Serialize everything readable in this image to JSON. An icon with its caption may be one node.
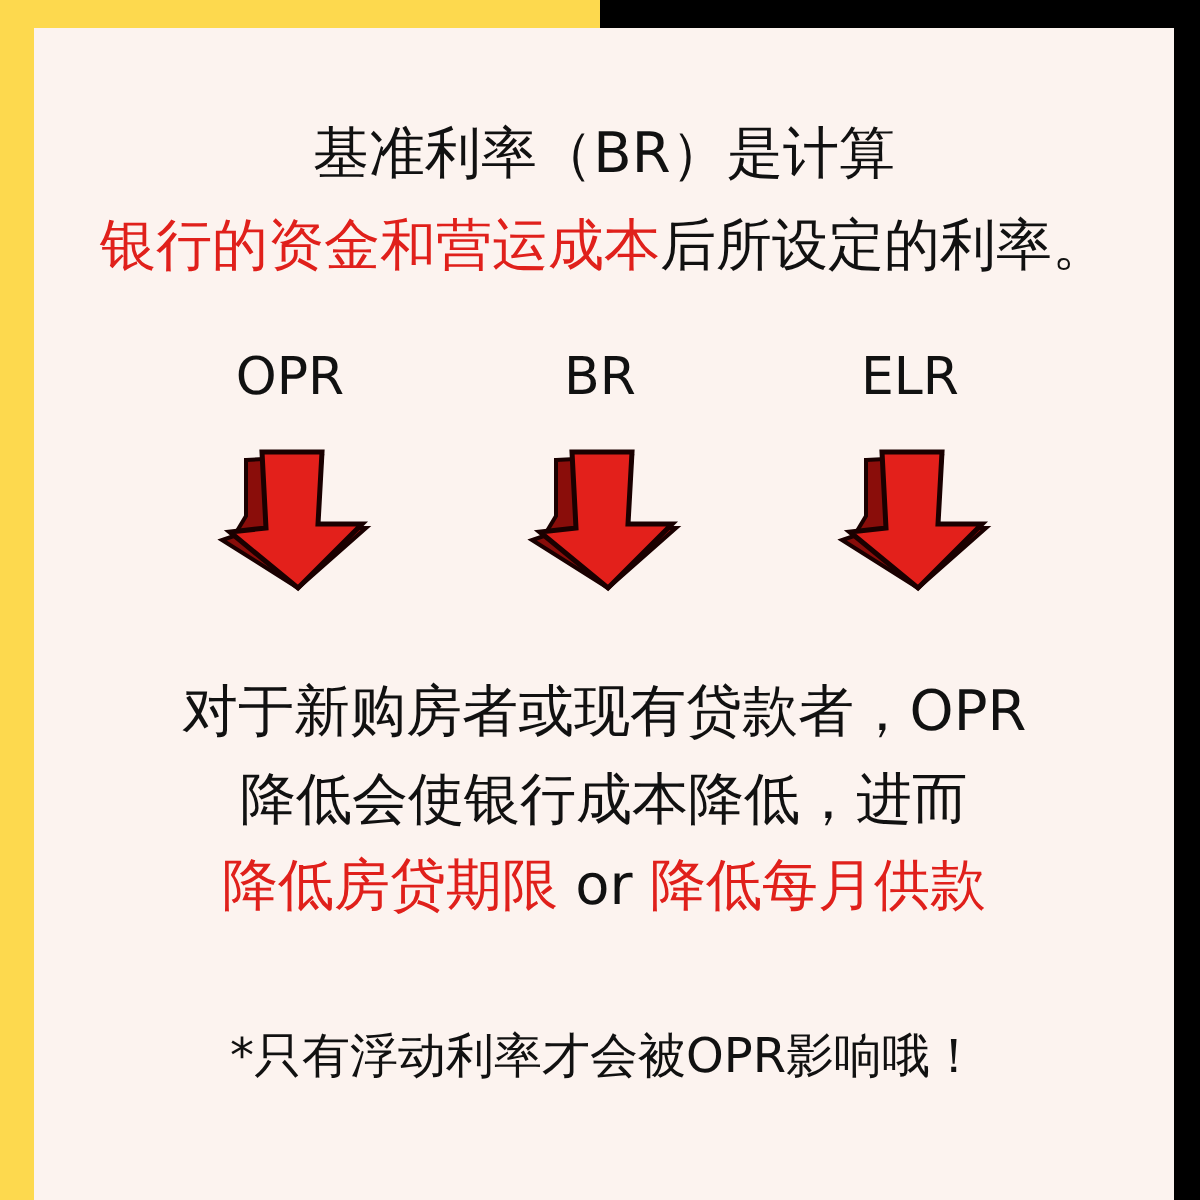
{
  "diagram": {
    "labels": [
      "基准利率（BR）是计算",
      "银行的资金和营运成本",
      "后所设定的利率。",
      "OPR",
      "BR",
      "ELR",
      "对于新购房者或现有贷款者，OPR降低会使银行成本降低，进而",
      "降低房贷期限",
      "or",
      "降低每月供款",
      "*只有浮动利率才会被OPR影响哦！"
    ]
  }
}
